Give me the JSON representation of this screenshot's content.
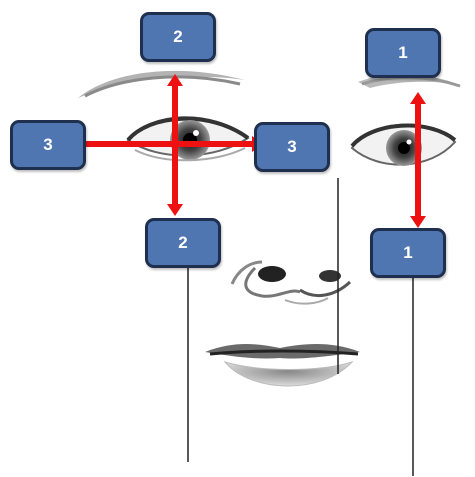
{
  "labels": {
    "brow_right_top": "1",
    "brow_right_bottom": "1",
    "eye_left_top": "2",
    "eye_left_bottom": "2",
    "eye_left_left": "3",
    "eye_left_right": "3"
  },
  "colors": {
    "arrow": "#ee1111",
    "box_fill": "#4f76b0",
    "box_border": "#1f2f4f",
    "leader_line": "#222222"
  }
}
